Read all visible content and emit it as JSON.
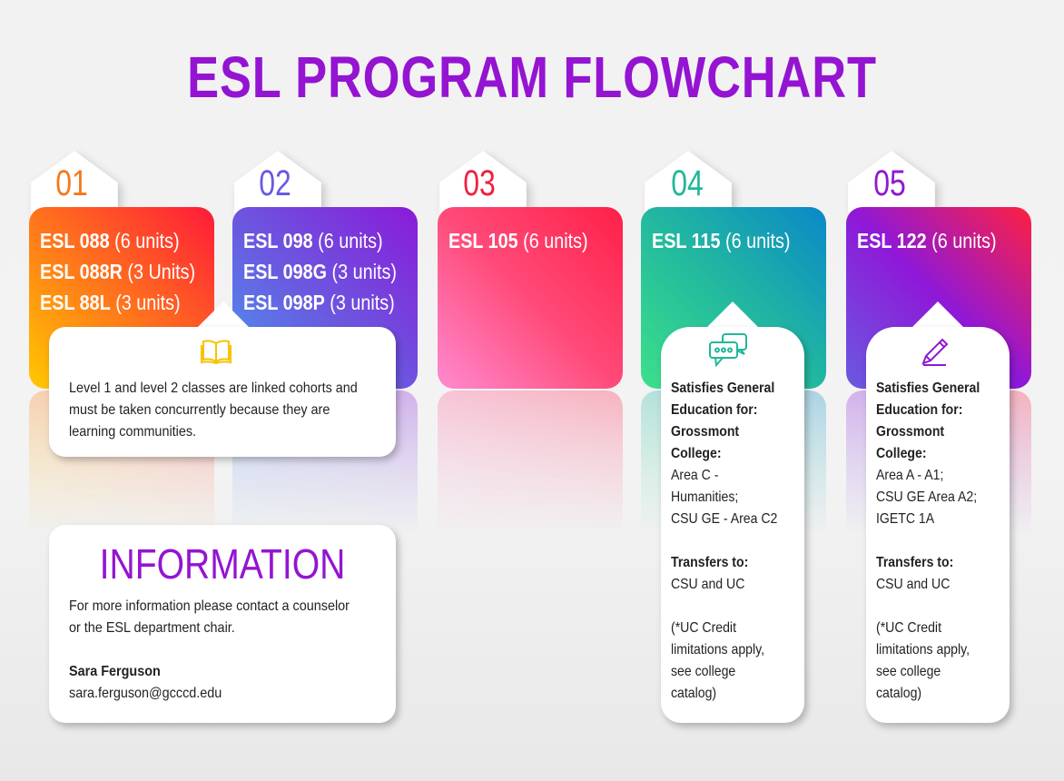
{
  "title": "ESL PROGRAM FLOWCHART",
  "steps": [
    {
      "number": "01",
      "color": "#f47a1f",
      "courses": [
        {
          "code": "ESL 088",
          "units": "(6 units)"
        },
        {
          "code": "ESL 088R",
          "units": "(3 Units)"
        },
        {
          "code": "ESL 88L",
          "units": "(3 units)"
        }
      ]
    },
    {
      "number": "02",
      "color": "#6a5ae0",
      "courses": [
        {
          "code": "ESL 098",
          "units": "(6 units)"
        },
        {
          "code": "ESL 098G",
          "units": "(3 units)"
        },
        {
          "code": "ESL 098P",
          "units": "(3 units)"
        }
      ]
    },
    {
      "number": "03",
      "color": "#f0203f",
      "courses": [
        {
          "code": "ESL 105",
          "units": "(6 units)"
        }
      ]
    },
    {
      "number": "04",
      "color": "#20b898",
      "courses": [
        {
          "code": "ESL 115",
          "units": "(6 units)"
        }
      ]
    },
    {
      "number": "05",
      "color": "#9018d0",
      "courses": [
        {
          "code": "ESL 122",
          "units": "(6 units)"
        }
      ]
    }
  ],
  "cohort_note": {
    "icon": "book-icon",
    "lines": [
      "Level 1 and level 2 classes are linked cohorts and",
      "must be taken concurrently because they are",
      "learning communities."
    ]
  },
  "information": {
    "heading": "INFORMATION",
    "lines": [
      "For more information please contact a counselor",
      "or the ESL department chair."
    ],
    "contact_name": "Sara Ferguson",
    "contact_email": "sara.ferguson@gcccd.edu"
  },
  "ge_115": {
    "icon": "chat-bubbles-icon",
    "heading": [
      "Satisfies General",
      "Education for:",
      "Grossmont",
      "College:"
    ],
    "areas": [
      "Area C -",
      "Humanities;",
      "CSU GE - Area C2"
    ],
    "transfer_heading": "Transfers to:",
    "transfer": "CSU and UC",
    "note": [
      "(*UC Credit",
      "limitations apply,",
      "see college",
      "catalog)"
    ]
  },
  "ge_122": {
    "icon": "pencil-icon",
    "heading": [
      "Satisfies General",
      "Education for:",
      "Grossmont",
      "College:"
    ],
    "areas": [
      "Area A - A1;",
      "CSU GE Area A2;",
      "IGETC 1A"
    ],
    "transfer_heading": "Transfers to:",
    "transfer": "CSU and UC",
    "note": [
      "(*UC Credit",
      "limitations apply,",
      "see college",
      "catalog)"
    ]
  }
}
